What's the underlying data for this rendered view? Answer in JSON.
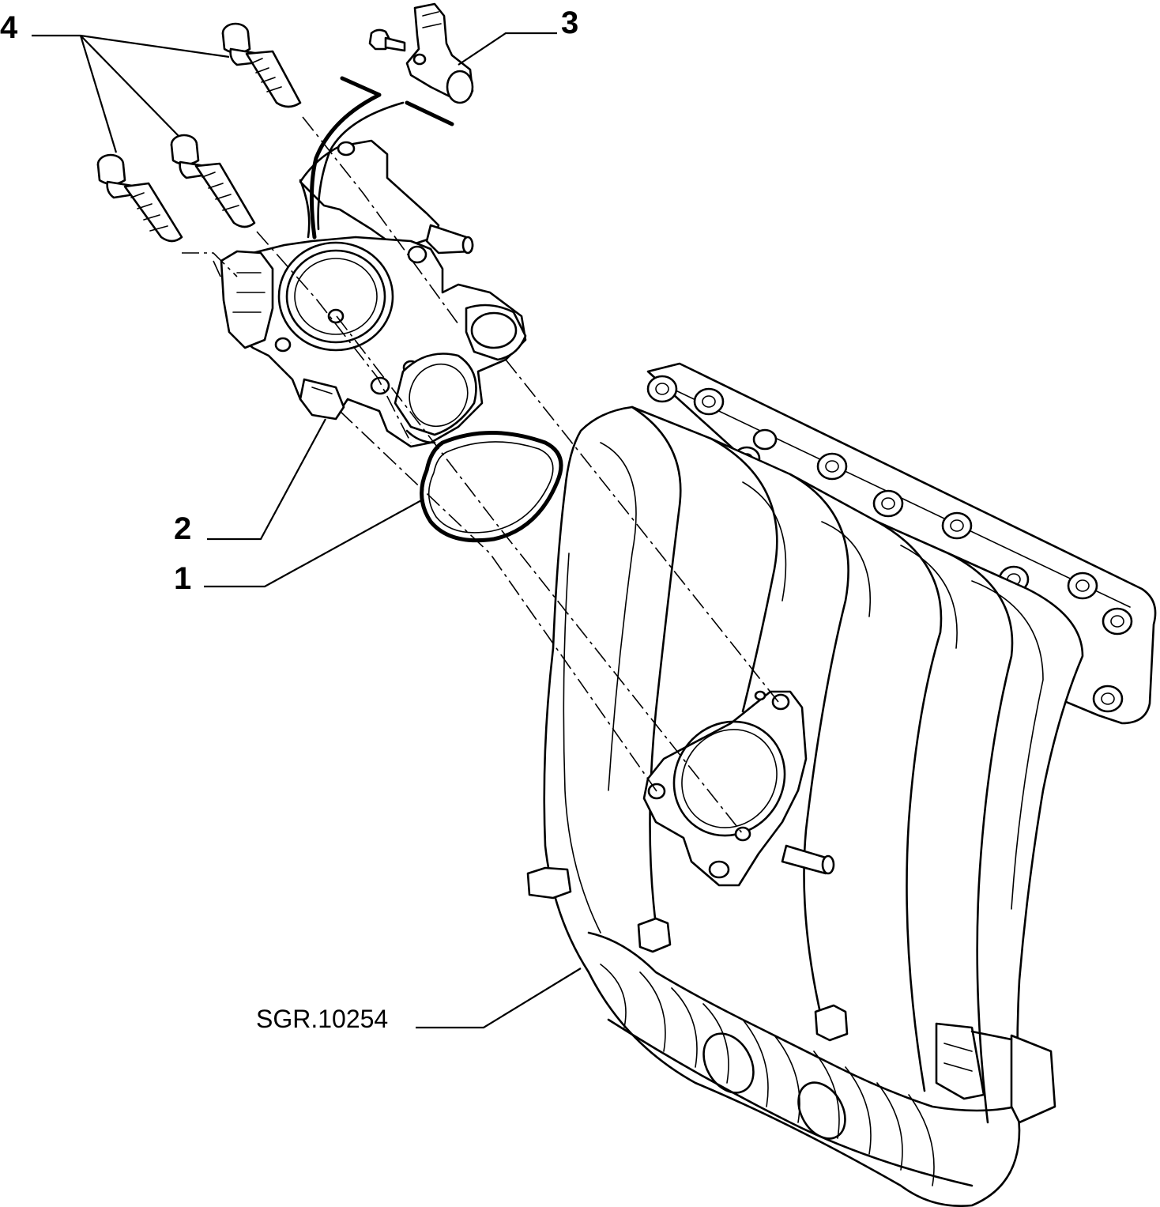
{
  "diagram": {
    "reference_code": "SGR.10254",
    "callouts": [
      {
        "id": "1",
        "label": "1"
      },
      {
        "id": "2",
        "label": "2"
      },
      {
        "id": "3",
        "label": "3"
      },
      {
        "id": "4",
        "label": "4"
      }
    ],
    "colors": {
      "ink": "#000000",
      "background": "#ffffff"
    }
  }
}
